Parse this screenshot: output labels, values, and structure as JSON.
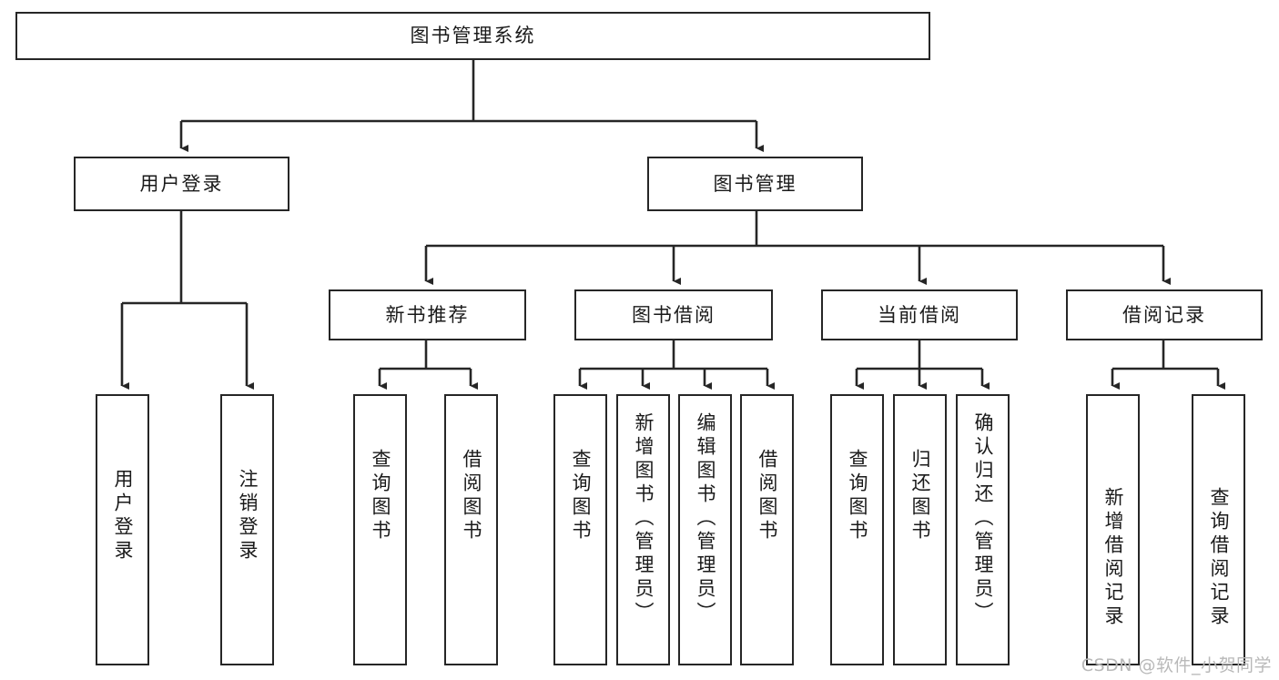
{
  "diagram": {
    "title": "图书管理系统",
    "type": "hierarchy-tree",
    "watermark": "CSDN @软件_小贺同学",
    "colors": {
      "stroke": "#262626",
      "fill": "#ffffff",
      "text": "#1a1a1a",
      "watermark": "#b9b9b9"
    },
    "root": {
      "label": "图书管理系统"
    },
    "level2": [
      {
        "label": "用户登录"
      },
      {
        "label": "图书管理"
      }
    ],
    "level3": [
      {
        "label": "新书推荐"
      },
      {
        "label": "图书借阅"
      },
      {
        "label": "当前借阅"
      },
      {
        "label": "借阅记录"
      }
    ],
    "leaves": {
      "user_login": [
        {
          "label": "用户登录"
        },
        {
          "label": "注销登录"
        }
      ],
      "new_book_recommend": [
        {
          "label": "查询图书"
        },
        {
          "label": "借阅图书"
        }
      ],
      "book_borrow": [
        {
          "label": "查询图书"
        },
        {
          "label": "新增图书（管理员）"
        },
        {
          "label": "编辑图书（管理员）"
        },
        {
          "label": "借阅图书"
        }
      ],
      "current_borrow": [
        {
          "label": "查询图书"
        },
        {
          "label": "归还图书"
        },
        {
          "label": "确认归还（管理员）"
        }
      ],
      "borrow_records": [
        {
          "label": "新增借阅记录"
        },
        {
          "label": "查询借阅记录"
        }
      ]
    }
  }
}
